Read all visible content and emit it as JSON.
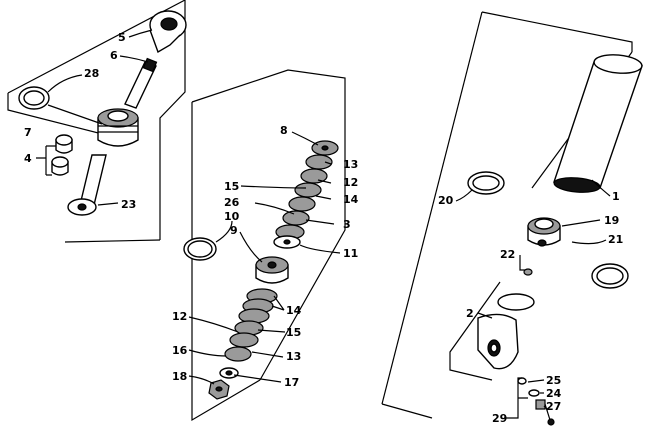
{
  "labels": {
    "l1": "1",
    "l2": "2",
    "l3": "3",
    "l4": "4",
    "l5": "5",
    "l6": "6",
    "l7": "7",
    "l8": "8",
    "l9": "9",
    "l10": "10",
    "l11": "11",
    "l12a": "12",
    "l12b": "12",
    "l13a": "13",
    "l13b": "13",
    "l14a": "14",
    "l14b": "14",
    "l15a": "15",
    "l15b": "15",
    "l16": "16",
    "l17": "17",
    "l18": "18",
    "l19": "19",
    "l20": "20",
    "l21": "21",
    "l22": "22",
    "l23": "23",
    "l24": "24",
    "l25": "25",
    "l26": "26",
    "l27": "27",
    "l28": "28",
    "l29": "29"
  }
}
